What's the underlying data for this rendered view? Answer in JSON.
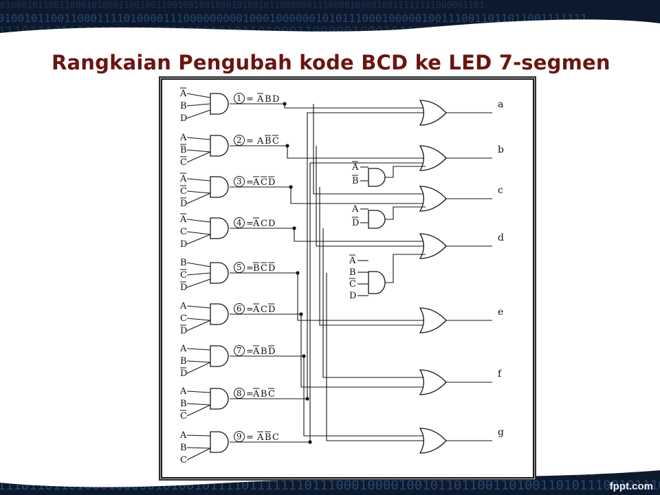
{
  "slide": {
    "title": "Rangkaian Pengubah kode BCD ke LED 7-segmen",
    "watermark": "fppt.com",
    "colors": {
      "title": "#6a1512",
      "background": "#0d1a2e",
      "panel": "#ffffff",
      "wire": "#111111"
    }
  },
  "diagram": {
    "input_groups": [
      {
        "inputs": [
          {
            "t": "A",
            "bar": true
          },
          {
            "t": "B",
            "bar": false
          },
          {
            "t": "D",
            "bar": false
          }
        ]
      },
      {
        "inputs": [
          {
            "t": "A",
            "bar": false
          },
          {
            "t": "B",
            "bar": true
          },
          {
            "t": "C",
            "bar": true
          }
        ]
      },
      {
        "inputs": [
          {
            "t": "A",
            "bar": true
          },
          {
            "t": "C",
            "bar": true
          },
          {
            "t": "D",
            "bar": true
          }
        ]
      },
      {
        "inputs": [
          {
            "t": "A",
            "bar": true
          },
          {
            "t": "C",
            "bar": false
          },
          {
            "t": "D",
            "bar": false
          }
        ]
      },
      {
        "inputs": [
          {
            "t": "B",
            "bar": false
          },
          {
            "t": "C",
            "bar": true
          },
          {
            "t": "D",
            "bar": true
          }
        ]
      },
      {
        "inputs": [
          {
            "t": "A",
            "bar": false
          },
          {
            "t": "C",
            "bar": false
          },
          {
            "t": "D",
            "bar": true
          }
        ]
      },
      {
        "inputs": [
          {
            "t": "A",
            "bar": false
          },
          {
            "t": "B",
            "bar": false
          },
          {
            "t": "D",
            "bar": true
          }
        ]
      },
      {
        "inputs": [
          {
            "t": "A",
            "bar": false
          },
          {
            "t": "B",
            "bar": false
          },
          {
            "t": "C",
            "bar": true
          }
        ]
      },
      {
        "inputs": [
          {
            "t": "A",
            "bar": false
          },
          {
            "t": "B",
            "bar": false
          },
          {
            "t": "C",
            "bar": false
          }
        ]
      }
    ],
    "product_terms": [
      {
        "n": "1",
        "prefix": "= ",
        "letters": [
          {
            "t": "A",
            "bar": true
          },
          {
            "t": "B",
            "bar": false
          },
          {
            "t": "D",
            "bar": false
          }
        ]
      },
      {
        "n": "2",
        "prefix": "= ",
        "letters": [
          {
            "t": "A",
            "bar": false
          },
          {
            "t": "B",
            "bar": true
          },
          {
            "t": "C",
            "bar": true
          }
        ]
      },
      {
        "n": "3",
        "prefix": "=",
        "letters": [
          {
            "t": "A",
            "bar": true
          },
          {
            "t": "C",
            "bar": true
          },
          {
            "t": "D",
            "bar": true
          }
        ]
      },
      {
        "n": "4",
        "prefix": "=",
        "letters": [
          {
            "t": "A",
            "bar": true
          },
          {
            "t": "C",
            "bar": false
          },
          {
            "t": "D",
            "bar": false
          }
        ]
      },
      {
        "n": "5",
        "prefix": "=",
        "letters": [
          {
            "t": "B",
            "bar": true
          },
          {
            "t": "C",
            "bar": true
          },
          {
            "t": "D",
            "bar": true
          }
        ]
      },
      {
        "n": "6",
        "prefix": "=",
        "letters": [
          {
            "t": "A",
            "bar": true
          },
          {
            "t": "C",
            "bar": false
          },
          {
            "t": "D",
            "bar": true
          }
        ]
      },
      {
        "n": "7",
        "prefix": "=",
        "letters": [
          {
            "t": "A",
            "bar": true
          },
          {
            "t": "B",
            "bar": false
          },
          {
            "t": "D",
            "bar": true
          }
        ]
      },
      {
        "n": "8",
        "prefix": "=",
        "letters": [
          {
            "t": "A",
            "bar": true
          },
          {
            "t": "B",
            "bar": false
          },
          {
            "t": "C",
            "bar": true
          }
        ]
      },
      {
        "n": "9",
        "prefix": "= ",
        "letters": [
          {
            "t": "A",
            "bar": true
          },
          {
            "t": "B",
            "bar": true
          },
          {
            "t": "C",
            "bar": false
          }
        ]
      }
    ],
    "aux_gates": [
      {
        "inputs": [
          {
            "t": "A",
            "bar": true
          },
          {
            "t": "B",
            "bar": true
          }
        ]
      },
      {
        "inputs": [
          {
            "t": "A",
            "bar": true
          },
          {
            "t": "D",
            "bar": true
          }
        ]
      },
      {
        "inputs": [
          {
            "t": "A",
            "bar": true
          },
          {
            "t": "B",
            "bar": false
          },
          {
            "t": "C",
            "bar": true
          },
          {
            "t": "D",
            "bar": false
          }
        ]
      }
    ],
    "outputs": [
      "a",
      "b",
      "c",
      "d",
      "e",
      "f",
      "g"
    ]
  }
}
